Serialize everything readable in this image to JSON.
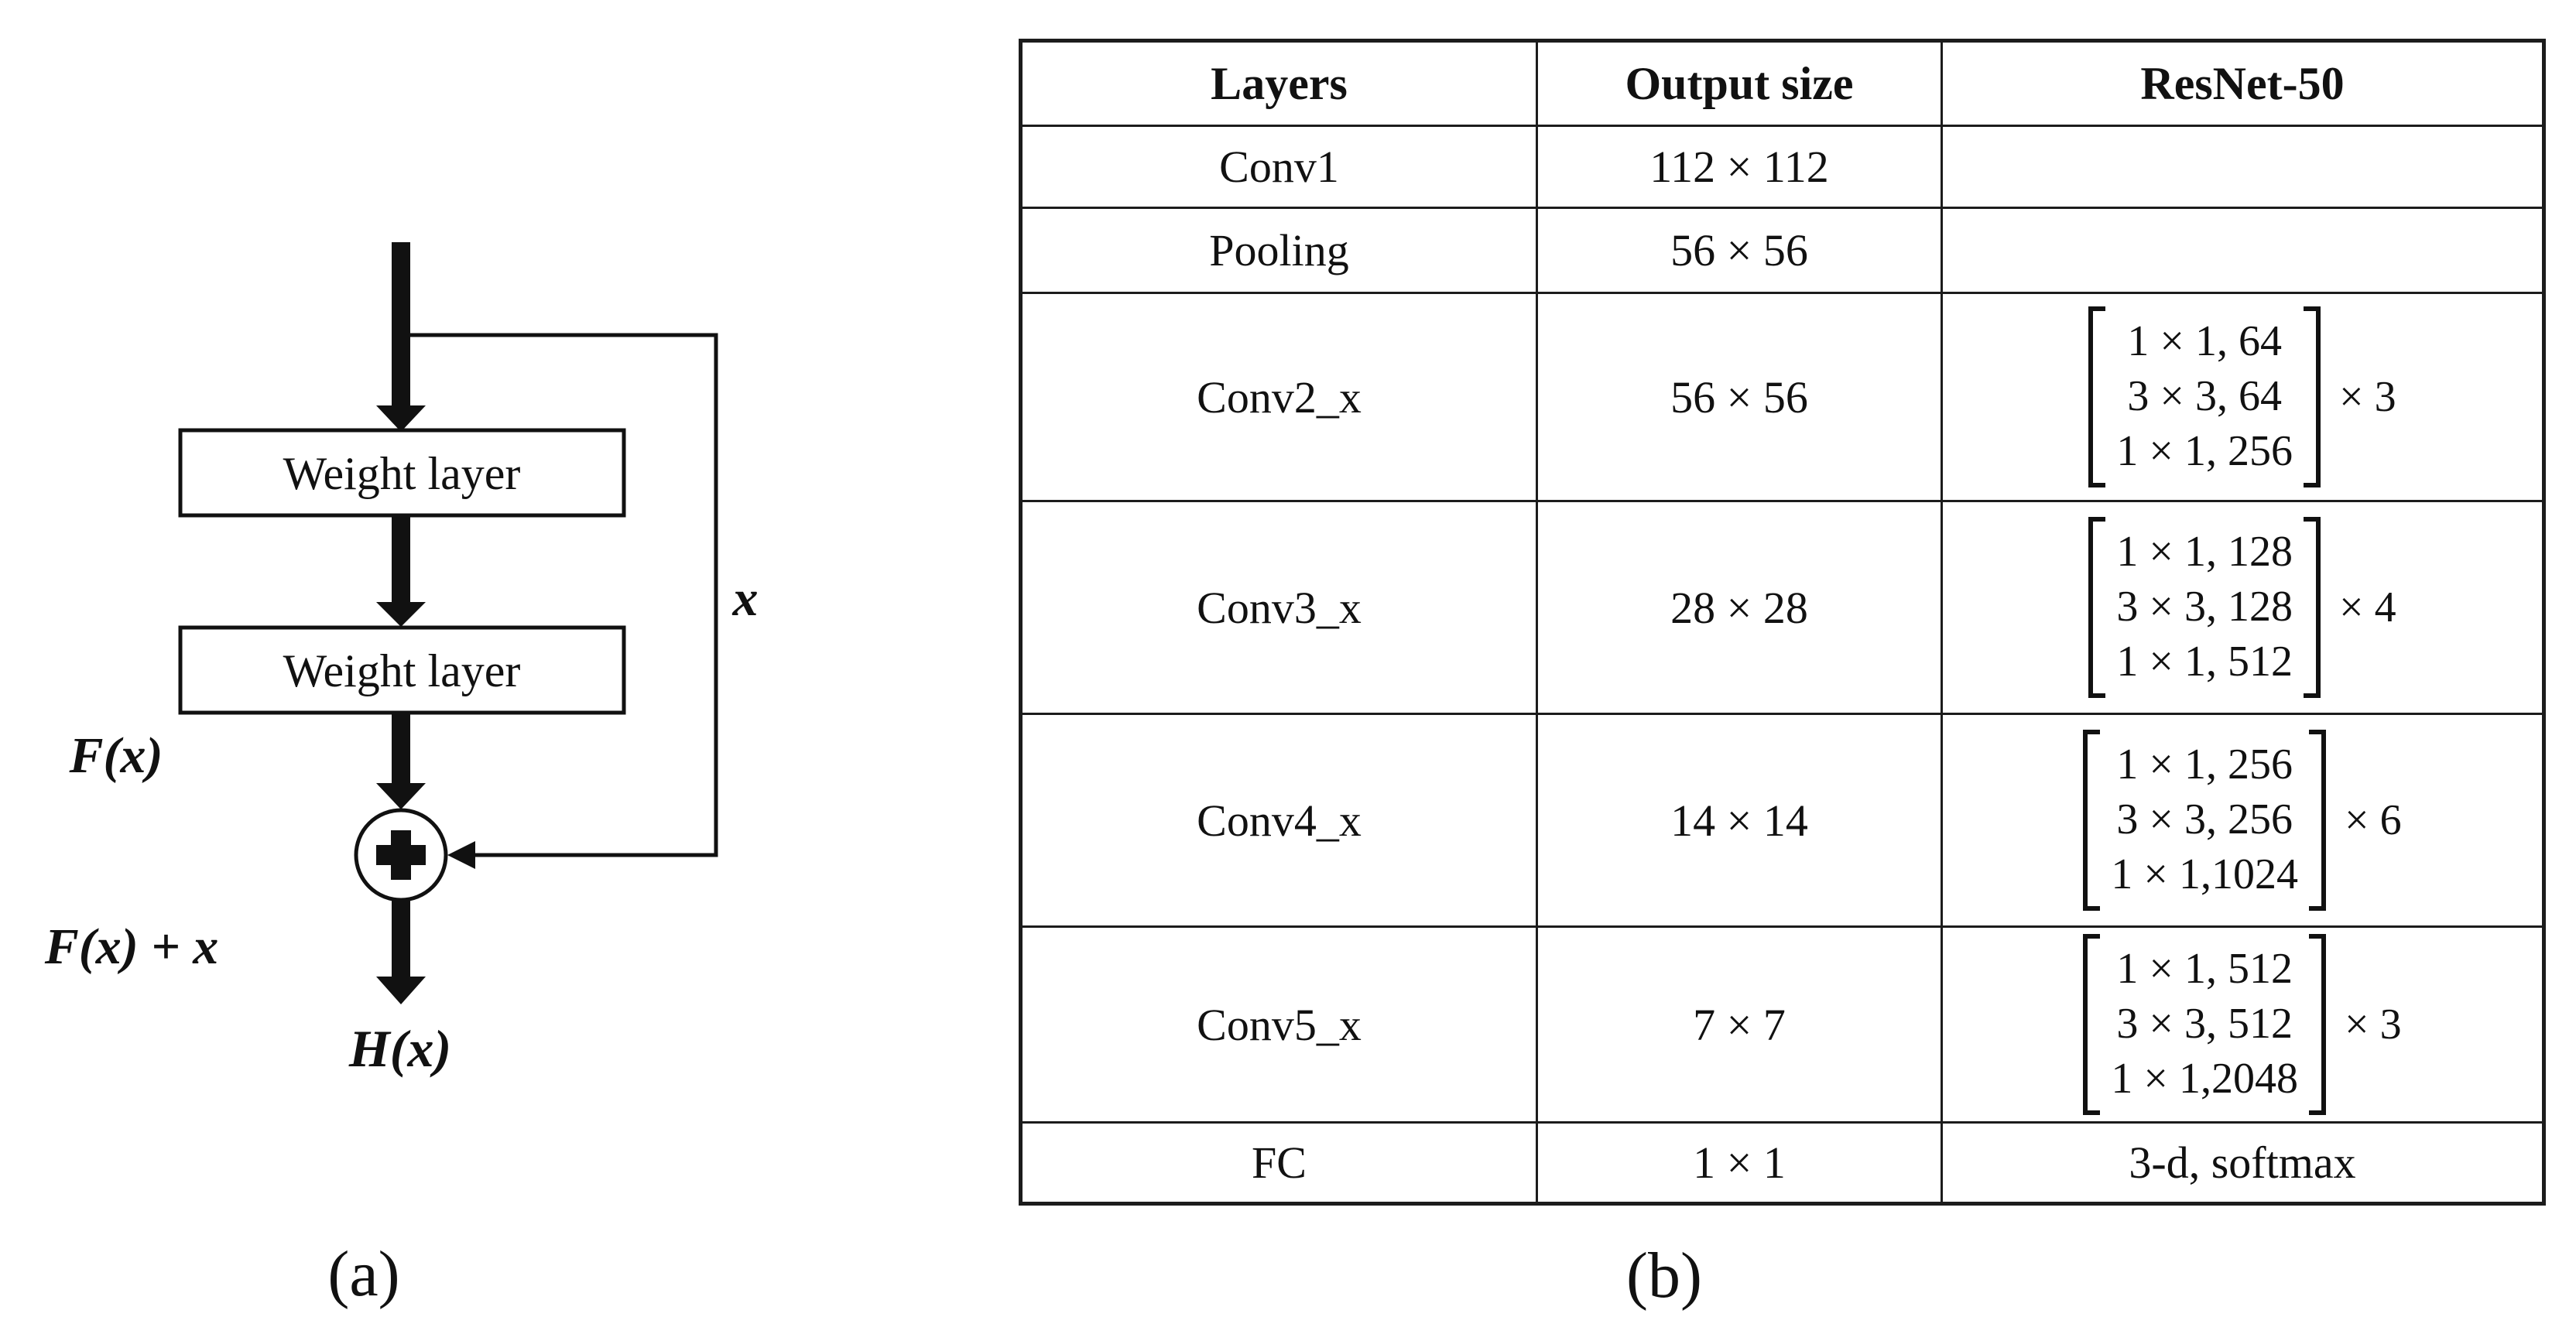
{
  "figure": {
    "caption_a": "(a)",
    "caption_b": "(b)"
  },
  "diagram": {
    "weight_layer_top": "Weight layer",
    "weight_layer_bottom": "Weight layer",
    "identity_label": "x",
    "residual_label": "F(x)",
    "sum_label": "F(x) + x",
    "output_label": "H(x)",
    "plus_operator": "+"
  },
  "table": {
    "headers": [
      "Layers",
      "Output size",
      "ResNet-50"
    ],
    "rows": [
      {
        "layer": "Conv1",
        "output_size": "112 × 112",
        "resnet50": ""
      },
      {
        "layer": "Pooling",
        "output_size": "56 × 56",
        "resnet50": ""
      },
      {
        "layer": "Conv2_x",
        "output_size": "56 × 56",
        "resnet50": {
          "matrix": [
            "1 × 1, 64",
            "3 × 3, 64",
            "1 × 1, 256"
          ],
          "multiplier": "× 3"
        }
      },
      {
        "layer": "Conv3_x",
        "output_size": "28 × 28",
        "resnet50": {
          "matrix": [
            "1 × 1, 128",
            "3 × 3, 128",
            "1 × 1, 512"
          ],
          "multiplier": "× 4"
        }
      },
      {
        "layer": "Conv4_x",
        "output_size": "14 × 14",
        "resnet50": {
          "matrix": [
            "1 × 1, 256",
            "3 × 3, 256",
            "1 × 1,1024"
          ],
          "multiplier": "× 6"
        }
      },
      {
        "layer": "Conv5_x",
        "output_size": "7 × 7",
        "resnet50": {
          "matrix": [
            "1 × 1, 512",
            "3 × 3, 512",
            "1 × 1,2048"
          ],
          "multiplier": "× 3"
        }
      },
      {
        "layer": "FC",
        "output_size": "1 × 1",
        "resnet50": "3-d, softmax"
      }
    ]
  },
  "colors": {
    "background": "#ffffff",
    "ink": "#111111",
    "border": "#1c1c1c"
  }
}
